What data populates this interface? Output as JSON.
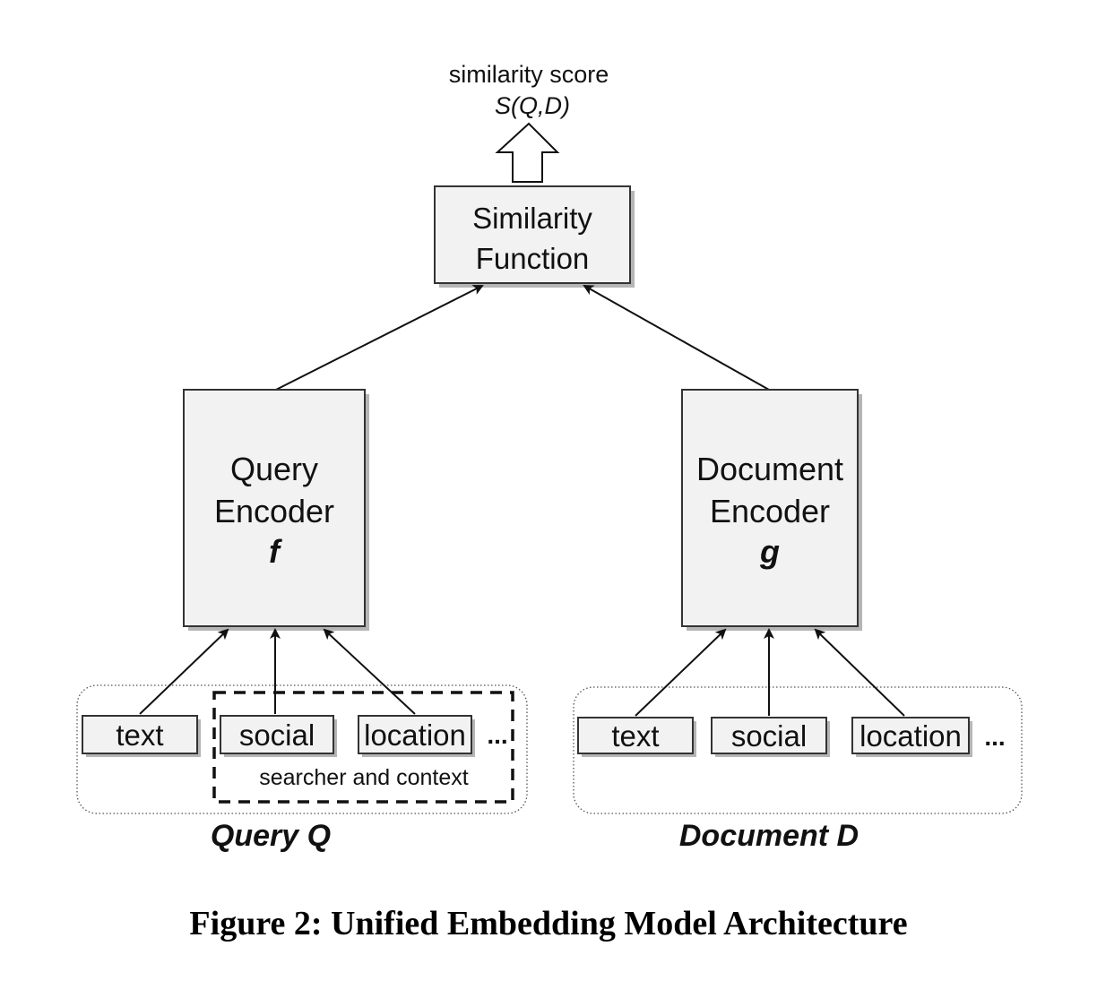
{
  "output": {
    "line1": "similarity score",
    "line2": "S(Q,D)"
  },
  "similarity_function": {
    "line1": "Similarity",
    "line2": "Function"
  },
  "query_encoder": {
    "line1": "Query",
    "line2": "Encoder",
    "symbol": "f"
  },
  "document_encoder": {
    "line1": "Document",
    "line2": "Encoder",
    "symbol": "g"
  },
  "query_inputs": {
    "text": "text",
    "social": "social",
    "location": "location",
    "more": "...",
    "context_label": "searcher and context",
    "group_label": "Query Q"
  },
  "document_inputs": {
    "text": "text",
    "social": "social",
    "location": "location",
    "more": "...",
    "group_label": "Document D"
  },
  "caption": "Figure 2: Unified Embedding Model Architecture"
}
